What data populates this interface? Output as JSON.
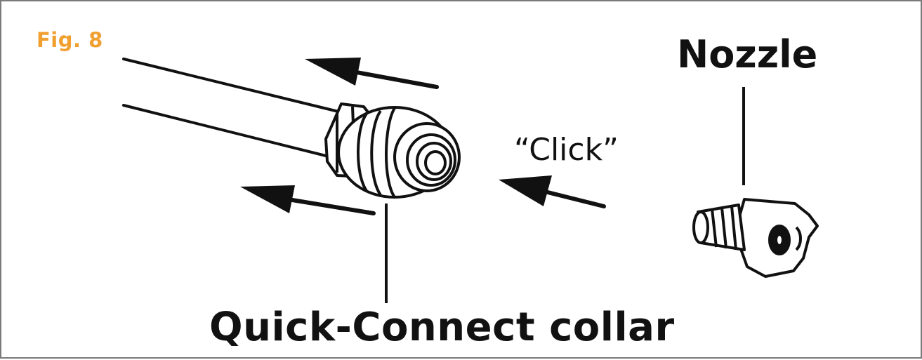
{
  "figure": {
    "label": "Fig. 8",
    "accent_color": "#f0a030"
  },
  "labels": {
    "nozzle": "Nozzle",
    "click": "“Click”",
    "collar": "Quick-Connect collar"
  },
  "parts": {
    "hose": "hose-illustration",
    "collar": "quick-connect-collar-illustration",
    "nozzle": "nozzle-illustration",
    "arrows": "direction-arrows"
  }
}
